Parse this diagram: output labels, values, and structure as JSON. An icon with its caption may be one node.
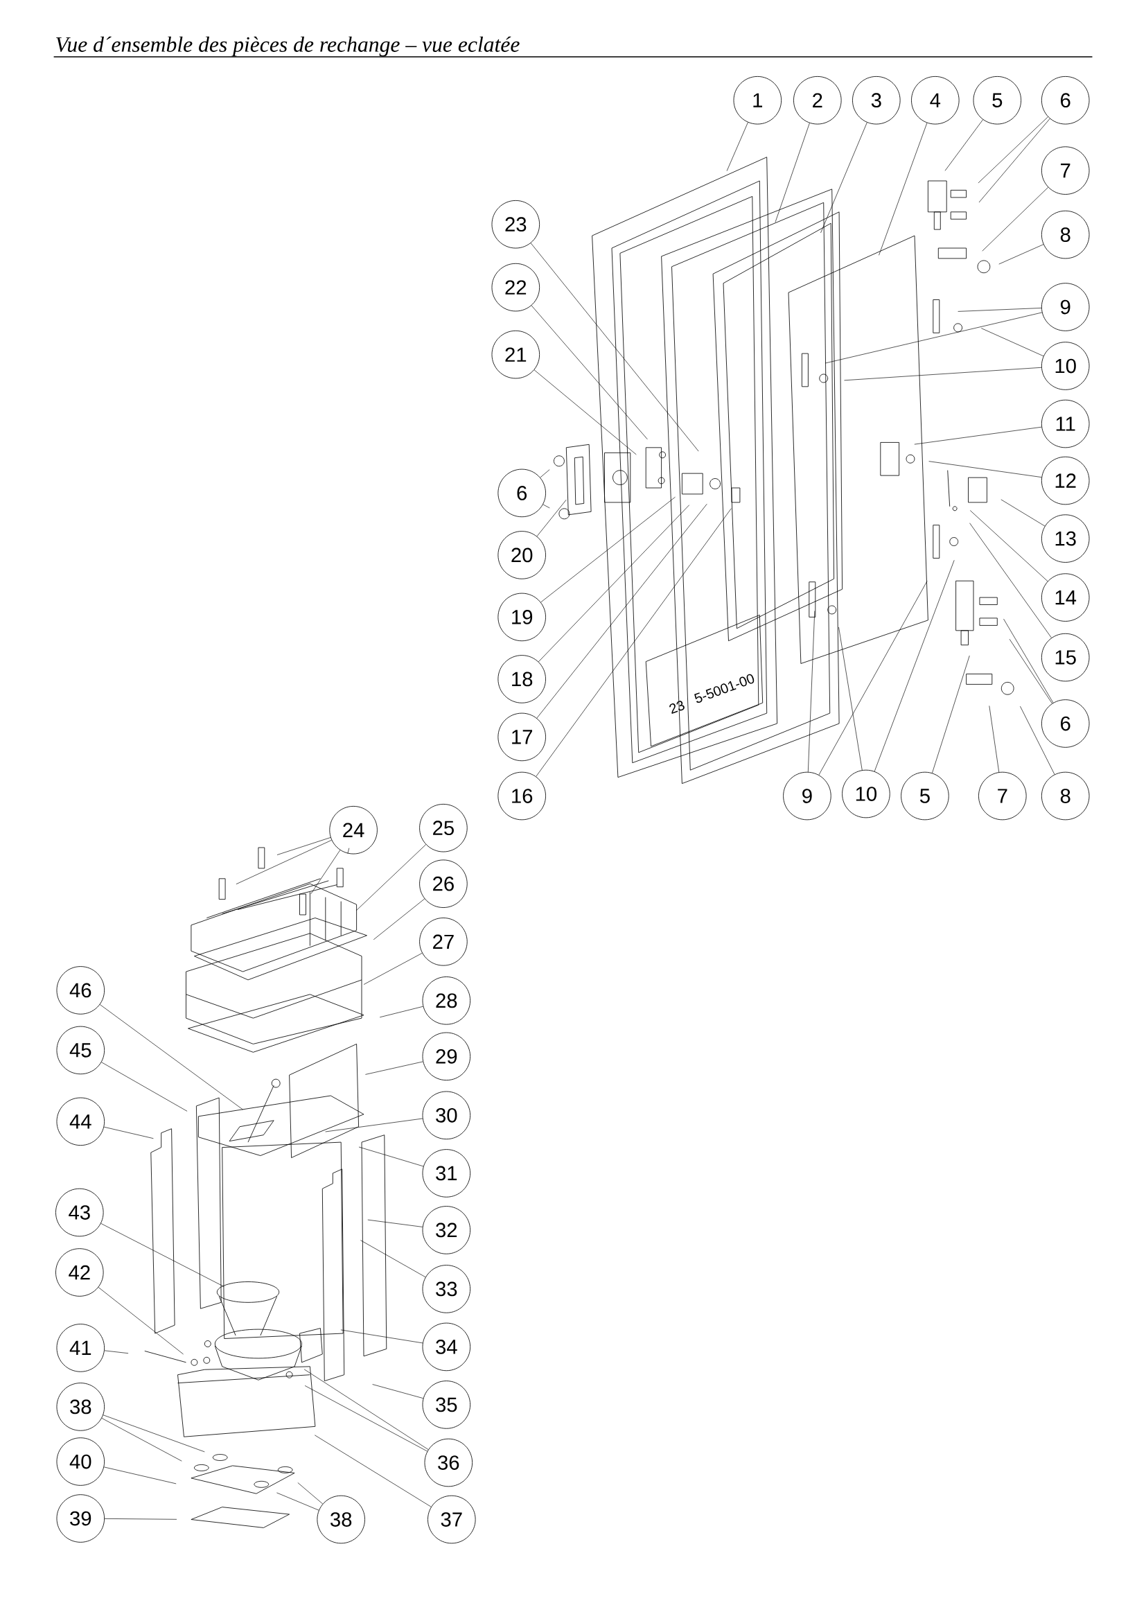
{
  "diagram": {
    "title": "Vue d´ensemble des pièces de rechange – vue eclatée",
    "nodes": [
      {
        "text": [
          "1"
        ]
      },
      {
        "text": [
          "2"
        ]
      },
      {
        "text": [
          "3"
        ]
      },
      {
        "text": [
          "4"
        ]
      },
      {
        "text": [
          "5"
        ]
      },
      {
        "text": [
          "6"
        ]
      },
      {
        "text": [
          "7"
        ]
      },
      {
        "text": [
          "8"
        ]
      },
      {
        "text": [
          "9"
        ]
      },
      {
        "text": [
          "10"
        ]
      },
      {
        "text": [
          "11"
        ]
      },
      {
        "text": [
          "12"
        ]
      },
      {
        "text": [
          "13"
        ]
      },
      {
        "text": [
          "14"
        ]
      },
      {
        "text": [
          "15"
        ]
      },
      {
        "text": [
          "6"
        ]
      },
      {
        "text": [
          "23"
        ]
      },
      {
        "text": [
          "22"
        ]
      },
      {
        "text": [
          "21"
        ]
      },
      {
        "text": [
          "6"
        ]
      },
      {
        "text": [
          "20"
        ]
      },
      {
        "text": [
          "19"
        ]
      },
      {
        "text": [
          "18"
        ]
      },
      {
        "text": [
          "17"
        ]
      },
      {
        "text": [
          "16"
        ]
      },
      {
        "text": [
          "9"
        ]
      },
      {
        "text": [
          "10"
        ]
      },
      {
        "text": [
          "5"
        ]
      },
      {
        "text": [
          "7"
        ]
      },
      {
        "text": [
          "8"
        ]
      },
      {
        "text": [
          "24"
        ]
      },
      {
        "text": [
          "25"
        ]
      },
      {
        "text": [
          "26"
        ]
      },
      {
        "text": [
          "27"
        ]
      },
      {
        "text": [
          "28"
        ]
      },
      {
        "text": [
          "29"
        ]
      },
      {
        "text": [
          "30"
        ]
      },
      {
        "text": [
          "31"
        ]
      },
      {
        "text": [
          "32"
        ]
      },
      {
        "text": [
          "33"
        ]
      },
      {
        "text": [
          "34"
        ]
      },
      {
        "text": [
          "35"
        ]
      },
      {
        "text": [
          "36"
        ]
      },
      {
        "text": [
          "37"
        ]
      },
      {
        "text": [
          "46"
        ]
      },
      {
        "text": [
          "45"
        ]
      },
      {
        "text": [
          "44"
        ]
      },
      {
        "text": [
          "43"
        ]
      },
      {
        "text": [
          "42"
        ]
      },
      {
        "text": [
          "41"
        ]
      },
      {
        "text": [
          "38"
        ]
      },
      {
        "text": [
          "40"
        ]
      },
      {
        "text": [
          "39"
        ]
      },
      {
        "text": [
          "38"
        ]
      }
    ],
    "edges": [
      {
        "from": 0,
        "to": null,
        "arrow": "none"
      },
      {
        "from": 1,
        "to": null,
        "arrow": "none"
      },
      {
        "from": 2,
        "to": null,
        "arrow": "none"
      },
      {
        "from": 3,
        "to": null,
        "arrow": "none"
      },
      {
        "from": 4,
        "to": null,
        "arrow": "none"
      },
      {
        "from": 5,
        "to": null,
        "arrow": "none"
      },
      {
        "from": 5,
        "to": null,
        "arrow": "none"
      },
      {
        "from": 6,
        "to": null,
        "arrow": "none"
      },
      {
        "from": 7,
        "to": null,
        "arrow": "none"
      },
      {
        "from": 8,
        "to": null,
        "arrow": "none"
      },
      {
        "from": 8,
        "to": null,
        "arrow": "none"
      },
      {
        "from": 9,
        "to": null,
        "arrow": "none"
      },
      {
        "from": 9,
        "to": null,
        "arrow": "none"
      },
      {
        "from": 10,
        "to": null,
        "arrow": "none"
      },
      {
        "from": 11,
        "to": null,
        "arrow": "none"
      },
      {
        "from": 12,
        "to": null,
        "arrow": "none"
      },
      {
        "from": 13,
        "to": null,
        "arrow": "none"
      },
      {
        "from": 14,
        "to": null,
        "arrow": "none"
      },
      {
        "from": 15,
        "to": null,
        "arrow": "none"
      },
      {
        "from": 15,
        "to": null,
        "arrow": "none"
      },
      {
        "from": 16,
        "to": null,
        "arrow": "none"
      },
      {
        "from": 17,
        "to": null,
        "arrow": "none"
      },
      {
        "from": 18,
        "to": null,
        "arrow": "none"
      },
      {
        "from": 19,
        "to": null,
        "arrow": "none"
      },
      {
        "from": 19,
        "to": null,
        "arrow": "none"
      },
      {
        "from": 20,
        "to": null,
        "arrow": "none"
      },
      {
        "from": 21,
        "to": null,
        "arrow": "none"
      },
      {
        "from": 22,
        "to": null,
        "arrow": "none"
      },
      {
        "from": 23,
        "to": null,
        "arrow": "none"
      },
      {
        "from": 24,
        "to": null,
        "arrow": "none"
      },
      {
        "from": 25,
        "to": null,
        "arrow": "none"
      },
      {
        "from": 25,
        "to": null,
        "arrow": "none"
      },
      {
        "from": 26,
        "to": null,
        "arrow": "none"
      },
      {
        "from": 26,
        "to": null,
        "arrow": "none"
      },
      {
        "from": 27,
        "to": null,
        "arrow": "none"
      },
      {
        "from": 28,
        "to": null,
        "arrow": "none"
      },
      {
        "from": 29,
        "to": null,
        "arrow": "none"
      },
      {
        "from": 30,
        "to": null,
        "arrow": "none"
      },
      {
        "from": 30,
        "to": null,
        "arrow": "none"
      },
      {
        "from": 30,
        "to": null,
        "arrow": "none"
      },
      {
        "from": 30,
        "to": null,
        "arrow": "none"
      },
      {
        "from": 31,
        "to": null,
        "arrow": "none"
      },
      {
        "from": 32,
        "to": null,
        "arrow": "none"
      },
      {
        "from": 33,
        "to": null,
        "arrow": "none"
      },
      {
        "from": 34,
        "to": null,
        "arrow": "none"
      },
      {
        "from": 35,
        "to": null,
        "arrow": "none"
      },
      {
        "from": 36,
        "to": null,
        "arrow": "none"
      },
      {
        "from": 37,
        "to": null,
        "arrow": "none"
      },
      {
        "from": 38,
        "to": null,
        "arrow": "none"
      },
      {
        "from": 39,
        "to": null,
        "arrow": "none"
      },
      {
        "from": 40,
        "to": null,
        "arrow": "none"
      },
      {
        "from": 41,
        "to": null,
        "arrow": "none"
      },
      {
        "from": 42,
        "to": null,
        "arrow": "none"
      },
      {
        "from": 42,
        "to": null,
        "arrow": "none"
      },
      {
        "from": 43,
        "to": null,
        "arrow": "none"
      },
      {
        "from": 44,
        "to": null,
        "arrow": "none"
      },
      {
        "from": 45,
        "to": null,
        "arrow": "none"
      },
      {
        "from": 46,
        "to": null,
        "arrow": "none"
      },
      {
        "from": 47,
        "to": null,
        "arrow": "none"
      },
      {
        "from": 48,
        "to": null,
        "arrow": "none"
      },
      {
        "from": 49,
        "to": null,
        "arrow": "none"
      },
      {
        "from": 50,
        "to": null,
        "arrow": "none"
      },
      {
        "from": 50,
        "to": null,
        "arrow": "none"
      },
      {
        "from": 51,
        "to": null,
        "arrow": "none"
      },
      {
        "from": 52,
        "to": null,
        "arrow": "none"
      },
      {
        "from": 53,
        "to": null,
        "arrow": "none"
      },
      {
        "from": 53,
        "to": null,
        "arrow": "none"
      }
    ],
    "labels": [
      "23",
      "5-5001-00"
    ]
  }
}
